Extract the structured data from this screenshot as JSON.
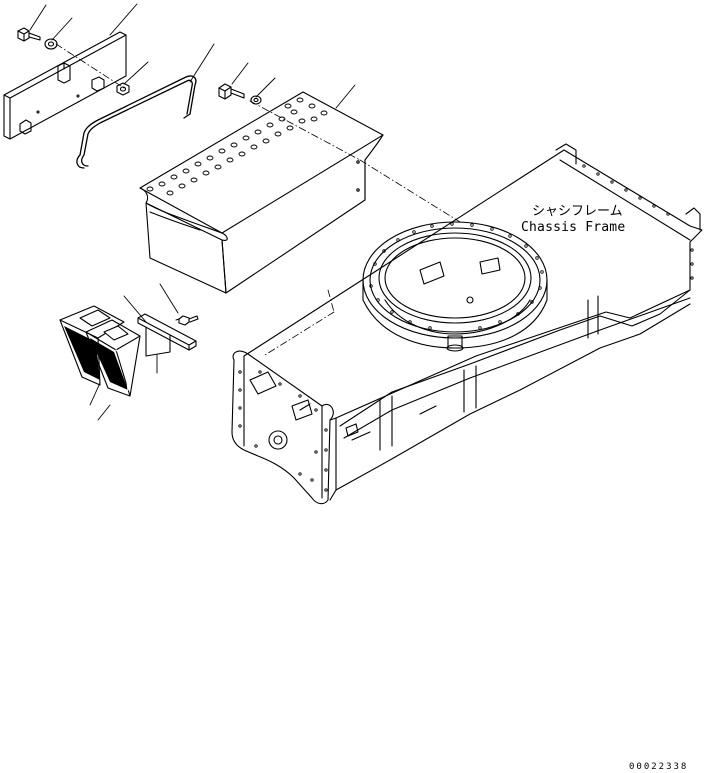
{
  "labels": {
    "chassis_frame_jp": "シャシフレーム",
    "chassis_frame_en": "Chassis Frame",
    "drawing_code": "00022338"
  },
  "colors": {
    "line": "#000000",
    "background": "#ffffff"
  }
}
